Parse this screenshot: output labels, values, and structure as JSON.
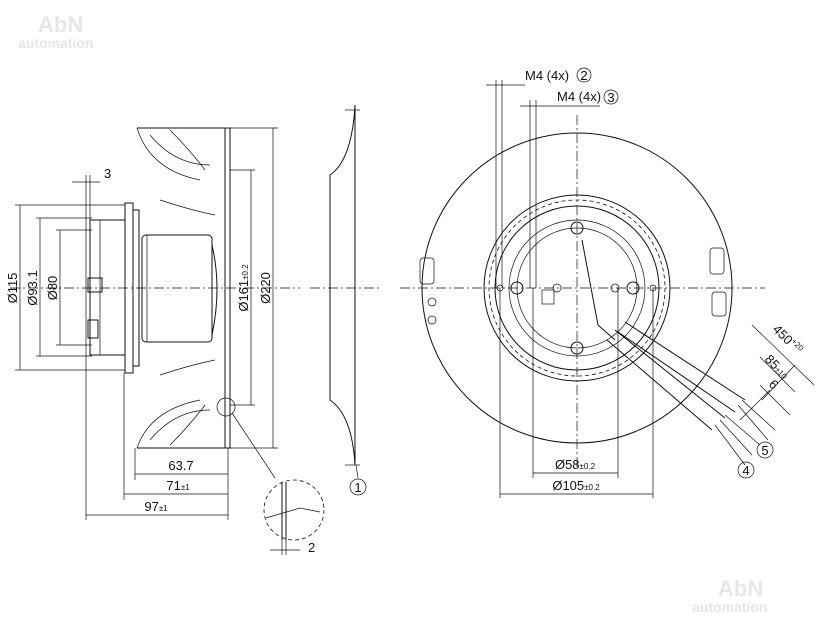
{
  "watermark": {
    "brand": "AbN",
    "sub": "automation"
  },
  "side_view": {
    "dims": {
      "d115": "Ø115",
      "d93": "Ø93.1",
      "d80": "Ø80",
      "d161": "Ø161",
      "d161_tol": "±0.2",
      "d220": "Ø220",
      "w3": "3",
      "w63": "63.7",
      "w71": "71",
      "w71_tol": "±1",
      "w97": "97",
      "w97_tol": "±1"
    }
  },
  "profile_view": {
    "callout": "1"
  },
  "detail_view": {
    "dim": "2"
  },
  "front_view": {
    "m4_a": "M4 (4x)",
    "m4_a_ref": "2",
    "m4_b": "M4 (4x)",
    "m4_b_ref": "3",
    "d58": "Ø58",
    "d58_tol": "±0.2",
    "d105": "Ø105",
    "d105_tol": "±0.2",
    "cable_len": "450",
    "cable_len_tol": "+20",
    "strip_len": "85",
    "strip_len_tol": "±10",
    "wire_strip": "6",
    "callout_4": "4",
    "callout_5": "5"
  }
}
